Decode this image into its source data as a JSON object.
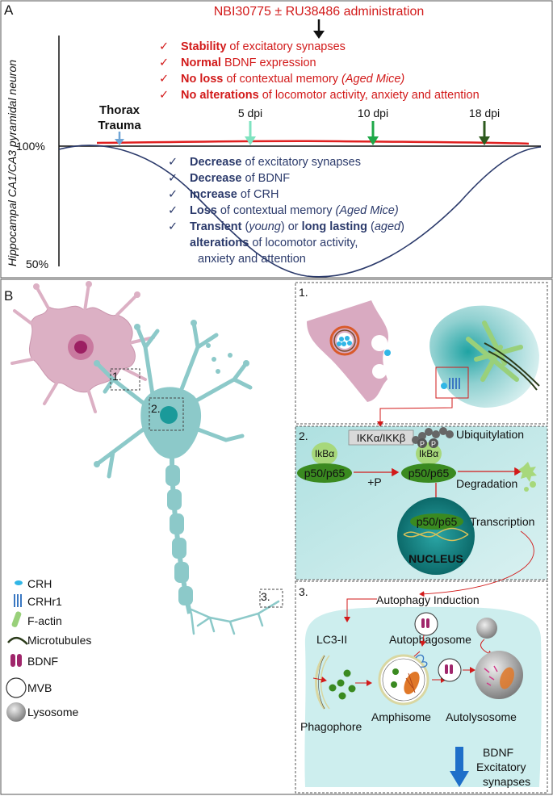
{
  "panel_a": {
    "label": "A",
    "admin_title": "NBI30775 ± RU38486 administration",
    "y_axis_label": "Hippocampal CA1/CA3 pyramidal neuron",
    "y_100": "100%",
    "y_50": "50%",
    "trauma_line1": "Thorax",
    "trauma_line2": "Trauma",
    "dpi_5": "5 dpi",
    "dpi_10": "10 dpi",
    "dpi_18": "18 dpi",
    "check": "✓",
    "treated_1_bold": "Stability",
    "treated_1_rest": " of excitatory synapses",
    "treated_2_bold": "Normal",
    "treated_2_rest": " BDNF expression",
    "treated_3_bold": "No loss",
    "treated_3_rest": " of contextual memory ",
    "treated_3_ital": "(Aged Mice)",
    "treated_4_bold": "No alterations",
    "treated_4_rest": " of  locomotor activity, anxiety and attention",
    "untreated_1_bold": "Decrease",
    "untreated_1_rest": " of excitatory synapses",
    "untreated_2_bold": "Decrease",
    "untreated_2_rest": " of BDNF",
    "untreated_3_bold": "Increase",
    "untreated_3_rest": " of CRH",
    "untreated_4_bold": "Loss",
    "untreated_4_rest": " of contextual memory ",
    "untreated_4_ital": "(Aged Mice)",
    "untreated_5_bold": "Transient",
    "untreated_5_a": " (",
    "untreated_5_young": "young",
    "untreated_5_b": ") or ",
    "untreated_5_bold2": "long lasting",
    "untreated_5_c": " (",
    "untreated_5_aged": "aged",
    "untreated_5_d": ")",
    "untreated_6_bold": "alterations",
    "untreated_6_rest": " of locomotor activity,",
    "untreated_7": "anxiety and attention"
  },
  "panel_b": {
    "label": "B",
    "neuron_1": "1.",
    "neuron_2": "2.",
    "neuron_3": "3.",
    "legend": {
      "crh": "CRH",
      "crhr1": "CRHr1",
      "factin": "F-actin",
      "microtubules": "Microtubules",
      "bdnf": "BDNF",
      "mvb": "MVB",
      "lysosome": "Lysosome"
    },
    "box1": {
      "num": "1."
    },
    "box2": {
      "num": "2.",
      "ikk": "IKKα/IKKβ",
      "ubiq": "Ubiquitylation",
      "ikba": "IkBα",
      "ikba2": "IkBα",
      "p": "P",
      "p5065": "p50/p65",
      "p5065b": "p50/p65",
      "p5065c": "p50/p65",
      "plusp": "+P",
      "degradation": "Degradation",
      "transcription": "Transcription",
      "nucleus": "NUCLEUS"
    },
    "box3": {
      "num": "3.",
      "autophagy": "Autophagy Induction",
      "lc3": "LC3-II",
      "autophagosome": "Autophagosome",
      "phagophore": "Phagophore",
      "amphisome": "Amphisome",
      "autolysosome": "Autolysosome",
      "bdnf": "BDNF",
      "excitatory": "Excitatory",
      "synapses": "synapses"
    }
  },
  "colors": {
    "treated": "#d21a1a",
    "untreated": "#2b3a6b",
    "neuron": "#8cc9c9",
    "astrocyte": "#dcb0c4",
    "nucleus": "#0f7b7b"
  }
}
